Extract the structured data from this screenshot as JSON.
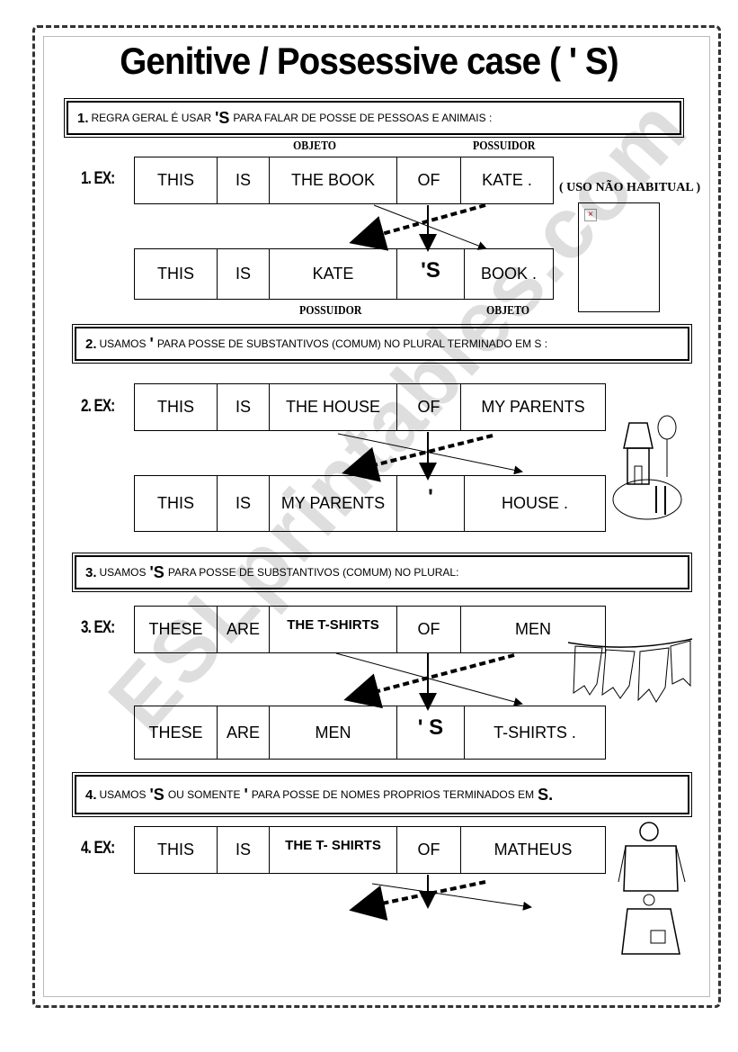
{
  "title": "Genitive / Possessive case  ( ' S)",
  "rules": [
    {
      "num": "1.",
      "pre": "REGRA GERAL É USAR",
      "mark": "'S",
      "post": "PARA FALAR DE POSSE DE PESSOAS E ANIMAIS :",
      "mark2": "",
      "post2": ""
    },
    {
      "num": "2.",
      "pre": "USAMOS",
      "mark": "'",
      "post": "PARA POSSE DE SUBSTANTIVOS (COMUM) NO PLURAL TERMINADO EM S :",
      "mark2": "",
      "post2": ""
    },
    {
      "num": "3.",
      "pre": "USAMOS",
      "mark": "'S",
      "post": "PARA POSSE DE SUBSTANTIVOS (COMUM) NO PLURAL:",
      "mark2": "",
      "post2": ""
    },
    {
      "num": "4.",
      "pre": "USAMOS",
      "mark": "'S",
      "post": "OU SOMENTE",
      "mark2": "'",
      "post2": "PARA POSSE DE NOMES PROPRIOS  TERMINADOS EM",
      "mark3": "S."
    }
  ],
  "examples": [
    {
      "label": "1. EX:",
      "top": [
        "THIS",
        "IS",
        "THE BOOK",
        "OF",
        "KATE ."
      ],
      "bottom": [
        "THIS",
        "IS",
        "KATE",
        "'S",
        "BOOK  ."
      ]
    },
    {
      "label": "2. EX:",
      "top": [
        "THIS",
        "IS",
        "THE HOUSE",
        "OF",
        "MY PARENTS"
      ],
      "bottom": [
        "THIS",
        "IS",
        "MY PARENTS",
        "'",
        "HOUSE  ."
      ]
    },
    {
      "label": "3. EX:",
      "top": [
        "THESE",
        "ARE",
        "THE T-SHIRTS",
        "OF",
        "MEN"
      ],
      "bottom": [
        "THESE",
        "ARE",
        "MEN",
        "' S",
        "T-SHIRTS  ."
      ]
    },
    {
      "label": "4. EX:",
      "top": [
        "THIS",
        "IS",
        "THE T- SHIRTS",
        "OF",
        "MATHEUS"
      ]
    }
  ],
  "captions": {
    "objeto": "OBJETO",
    "possuidor": "POSSUIDOR",
    "uso_nao_habitual": "( USO NÃO HABITUAL )"
  },
  "watermark": "ESLprintables.com"
}
